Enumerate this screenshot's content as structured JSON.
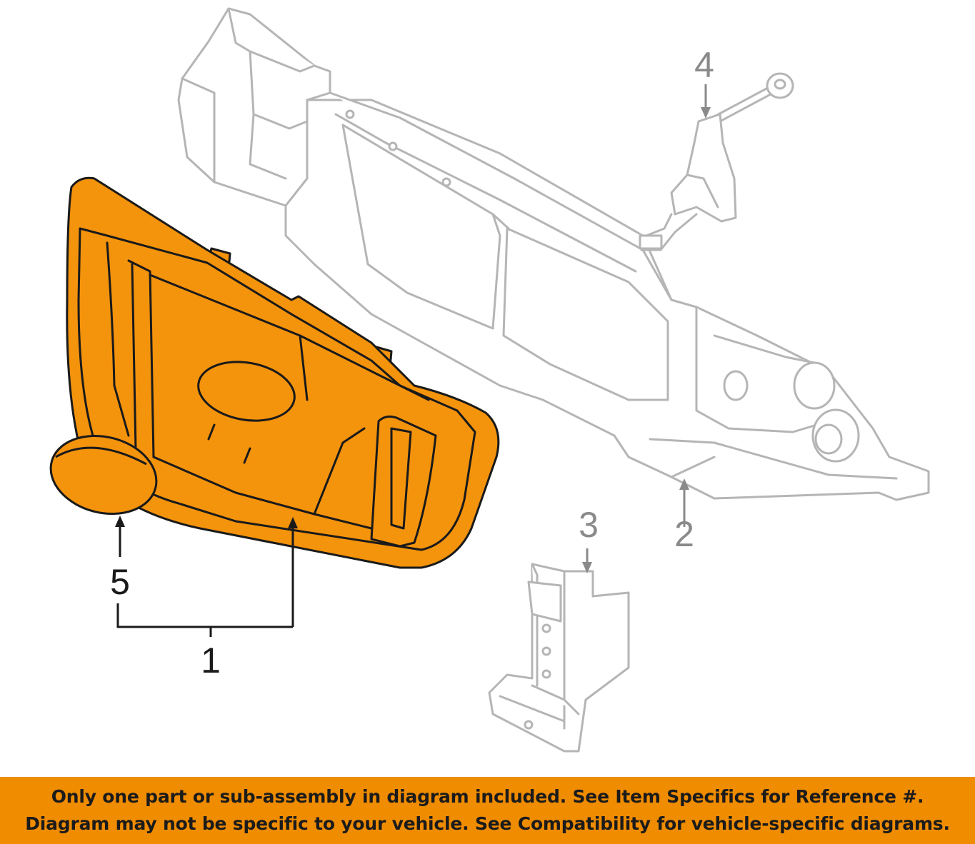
{
  "callouts": {
    "part_1": "1",
    "part_2": "2",
    "part_3": "3",
    "part_4": "4",
    "part_5": "5"
  },
  "colors": {
    "highlight_fill": "#f4930c",
    "highlight_stroke": "#1a1a1a",
    "line_art": "#b5b5b5",
    "callout_grey": "#8a8a8a",
    "banner_bg": "#f08c00",
    "banner_text": "#1b1b1b"
  },
  "banner": {
    "line1": "Only one part or sub-assembly in diagram included. See Item Specifics for Reference #.",
    "line2": "Diagram may not be specific to your vehicle. See Compatibility for vehicle-specific diagrams."
  }
}
